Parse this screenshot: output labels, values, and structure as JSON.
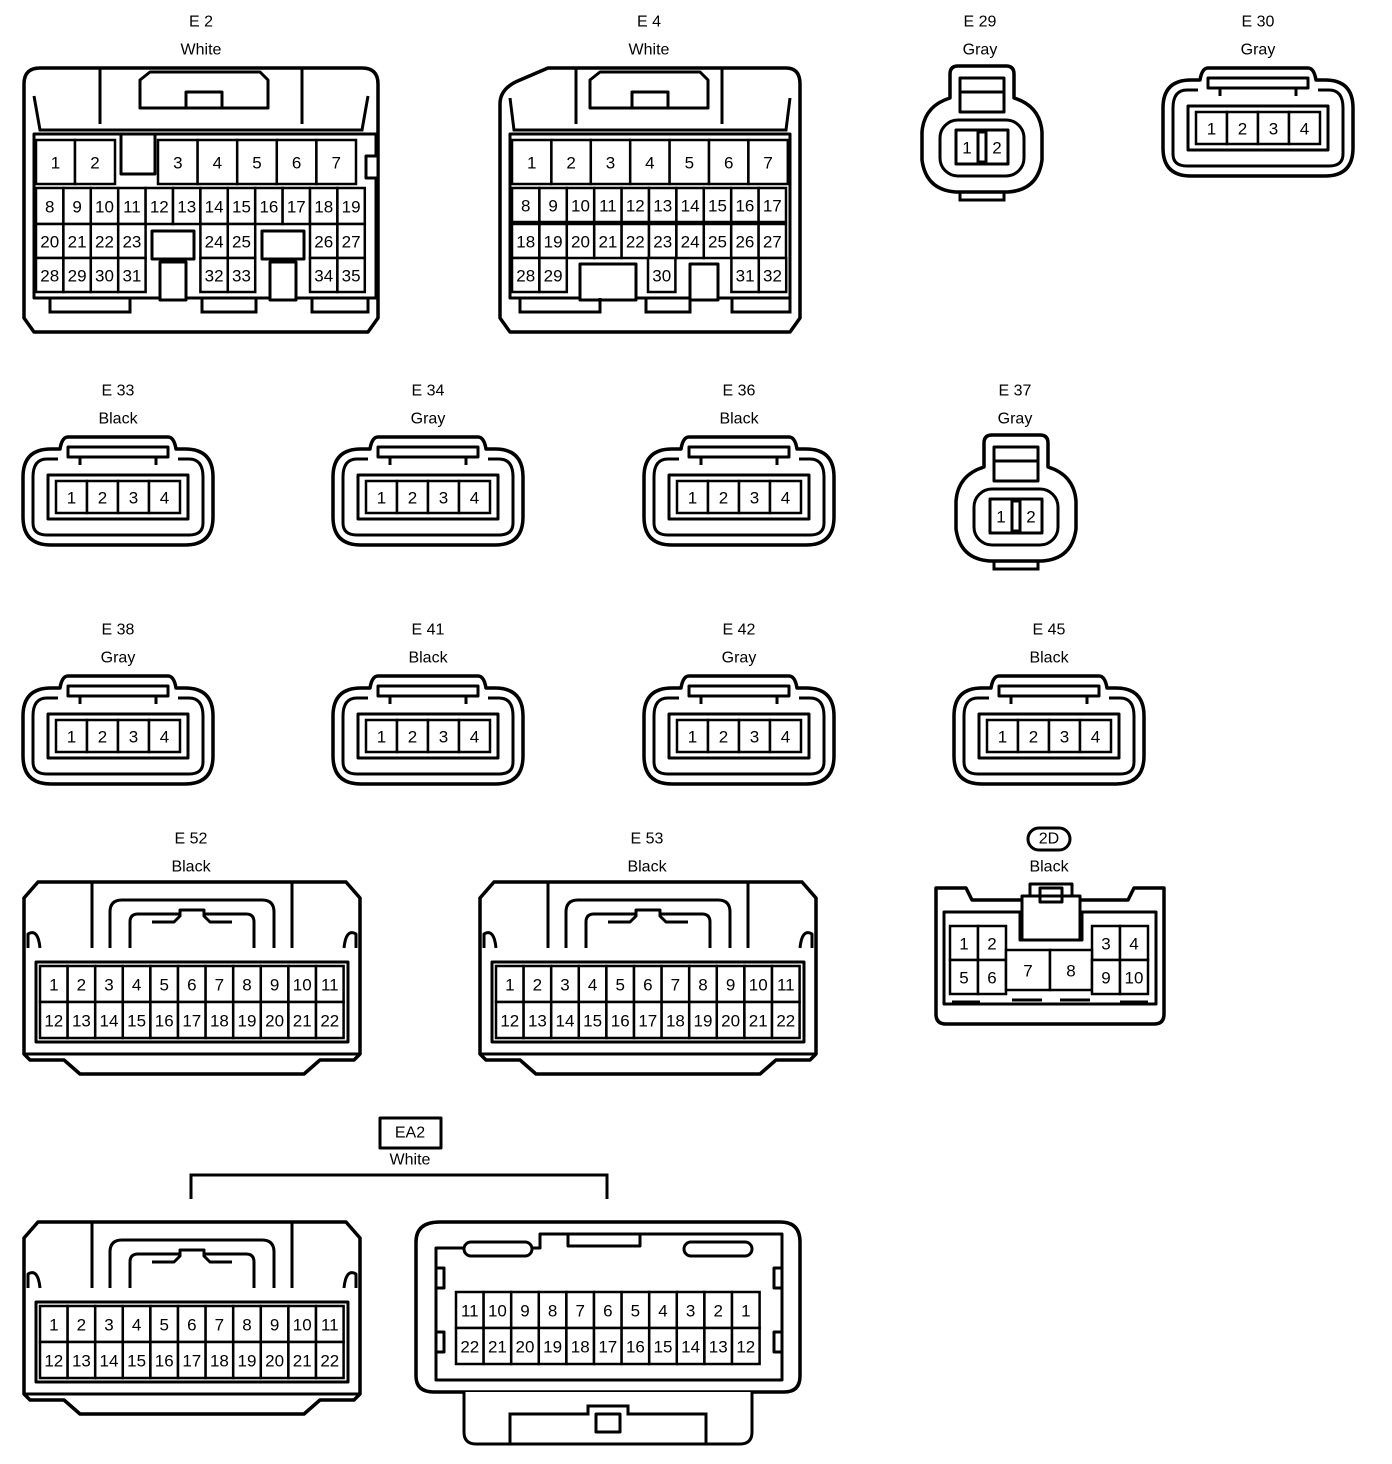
{
  "connectors": {
    "e2": {
      "code": "E 2",
      "color": "White"
    },
    "e4": {
      "code": "E 4",
      "color": "White"
    },
    "e29": {
      "code": "E 29",
      "color": "Gray"
    },
    "e30": {
      "code": "E 30",
      "color": "Gray"
    },
    "e33": {
      "code": "E 33",
      "color": "Black"
    },
    "e34": {
      "code": "E 34",
      "color": "Gray"
    },
    "e36": {
      "code": "E 36",
      "color": "Black"
    },
    "e37": {
      "code": "E 37",
      "color": "Gray"
    },
    "e38": {
      "code": "E 38",
      "color": "Gray"
    },
    "e41": {
      "code": "E 41",
      "color": "Black"
    },
    "e42": {
      "code": "E 42",
      "color": "Gray"
    },
    "e45": {
      "code": "E 45",
      "color": "Black"
    },
    "e52": {
      "code": "E 52",
      "color": "Black"
    },
    "e53": {
      "code": "E 53",
      "color": "Black"
    },
    "c2d": {
      "code": "2D",
      "color": "Black"
    },
    "ea2": {
      "code": "EA2",
      "color": "White"
    }
  },
  "pins": {
    "e2": [
      [
        "1",
        "2",
        "3",
        "4",
        "5",
        "6",
        "7"
      ],
      [
        "8",
        "9",
        "10",
        "11",
        "12",
        "13",
        "14",
        "15",
        "16",
        "17",
        "18",
        "19"
      ],
      [
        "20",
        "21",
        "22",
        "23",
        "24",
        "25",
        "26",
        "27"
      ],
      [
        "28",
        "29",
        "30",
        "31",
        "32",
        "33",
        "34",
        "35"
      ]
    ],
    "e4": [
      [
        "1",
        "2",
        "3",
        "4",
        "5",
        "6",
        "7"
      ],
      [
        "8",
        "9",
        "10",
        "11",
        "12",
        "13",
        "14",
        "15",
        "16",
        "17"
      ],
      [
        "18",
        "19",
        "20",
        "21",
        "22",
        "23",
        "24",
        "25",
        "26",
        "27"
      ],
      [
        "28",
        "29",
        "30",
        "31",
        "32"
      ]
    ],
    "two_pin": [
      "1",
      "2"
    ],
    "four_pin": [
      "1",
      "2",
      "3",
      "4"
    ],
    "twentytwo": [
      [
        "1",
        "2",
        "3",
        "4",
        "5",
        "6",
        "7",
        "8",
        "9",
        "10",
        "11"
      ],
      [
        "12",
        "13",
        "14",
        "15",
        "16",
        "17",
        "18",
        "19",
        "20",
        "21",
        "22"
      ]
    ],
    "twentytwo_reversed": [
      [
        "11",
        "10",
        "9",
        "8",
        "7",
        "6",
        "5",
        "4",
        "3",
        "2",
        "1"
      ],
      [
        "22",
        "21",
        "20",
        "19",
        "18",
        "17",
        "16",
        "15",
        "14",
        "13",
        "12"
      ]
    ],
    "c2d": [
      "1",
      "2",
      "3",
      "4",
      "5",
      "6",
      "7",
      "8",
      "9",
      "10"
    ]
  }
}
